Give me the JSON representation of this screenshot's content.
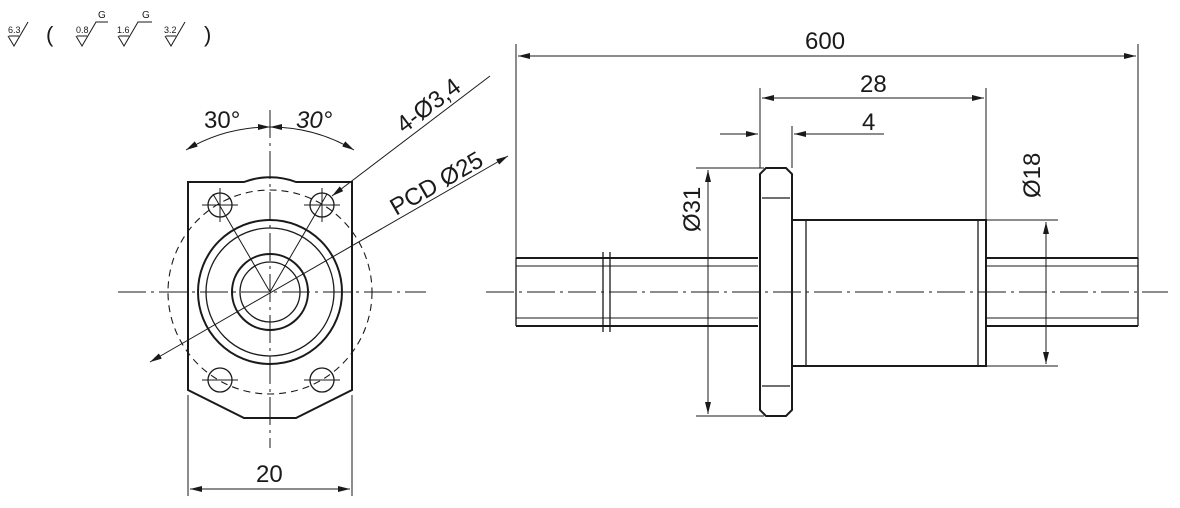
{
  "surface_finish": {
    "main": "6.3",
    "open_paren": "(",
    "items": [
      {
        "value": "0.8",
        "grade": "G"
      },
      {
        "value": "1.6",
        "grade": "G"
      },
      {
        "value": "3.2",
        "grade": ""
      }
    ],
    "close_paren": ")"
  },
  "front_view": {
    "angle_left": "30°",
    "angle_right": "30°",
    "hole_label": "4-Ø3,4",
    "pcd_label": "PCD Ø25",
    "width_label": "20"
  },
  "side_view": {
    "total_length": "600",
    "nut_length": "28",
    "flange_thickness": "4",
    "flange_diameter": "Ø31",
    "body_diameter": "Ø18"
  }
}
